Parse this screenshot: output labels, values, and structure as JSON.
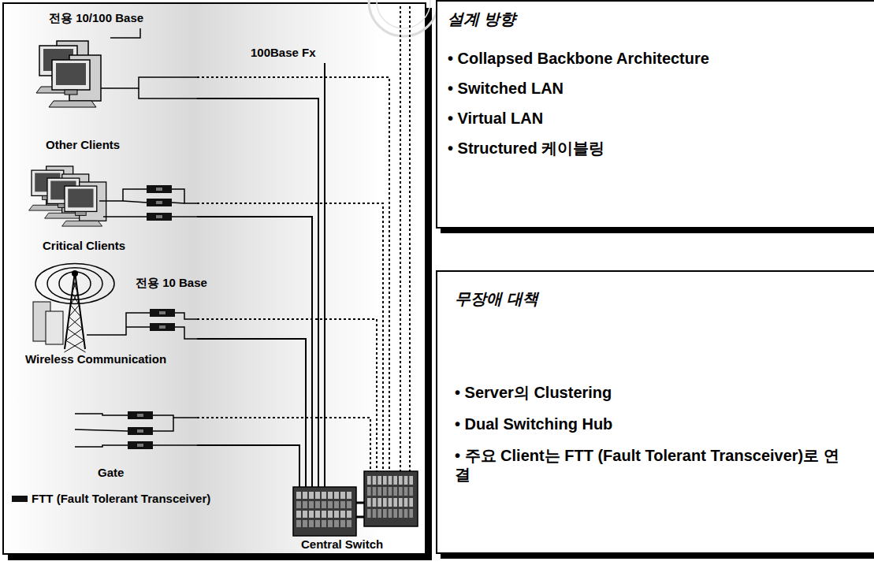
{
  "diagram": {
    "nodes": [
      {
        "text": [
          "Other Clients"
        ]
      },
      {
        "text": [
          "Critical Clients"
        ]
      },
      {
        "text": [
          "Wireless Communication"
        ]
      },
      {
        "text": [
          "Gate"
        ]
      },
      {
        "text": [
          "Central Switch"
        ]
      },
      {
        "text": [
          "설계 방향",
          "• Collapsed Backbone Architecture",
          "• Switched LAN",
          "• Virtual LAN",
          "• Structured 케이블링"
        ]
      },
      {
        "text": [
          "무장애 대책",
          "• Server의 Clustering",
          "• Dual Switching Hub",
          "• 주요 Client는 FTT (Fault Tolerant Transceiver)로 연결"
        ]
      }
    ],
    "edges": [
      {
        "from": 0,
        "to": 4,
        "arrow": "none"
      },
      {
        "from": 0,
        "to": 4,
        "arrow": "none"
      },
      {
        "from": 1,
        "to": 4,
        "arrow": "none"
      },
      {
        "from": 1,
        "to": 4,
        "arrow": "none"
      },
      {
        "from": 2,
        "to": 4,
        "arrow": "none"
      },
      {
        "from": 2,
        "to": 4,
        "arrow": "none"
      },
      {
        "from": 3,
        "to": 4,
        "arrow": "none"
      },
      {
        "from": 3,
        "to": 4,
        "arrow": "none"
      }
    ],
    "labels": [
      "전용 10/100 Base",
      "100Base Fx",
      "전용 10 Base"
    ],
    "legend": [
      {
        "text": "FTT (Fault Tolerant Transceiver)",
        "color": "#111111"
      }
    ]
  }
}
